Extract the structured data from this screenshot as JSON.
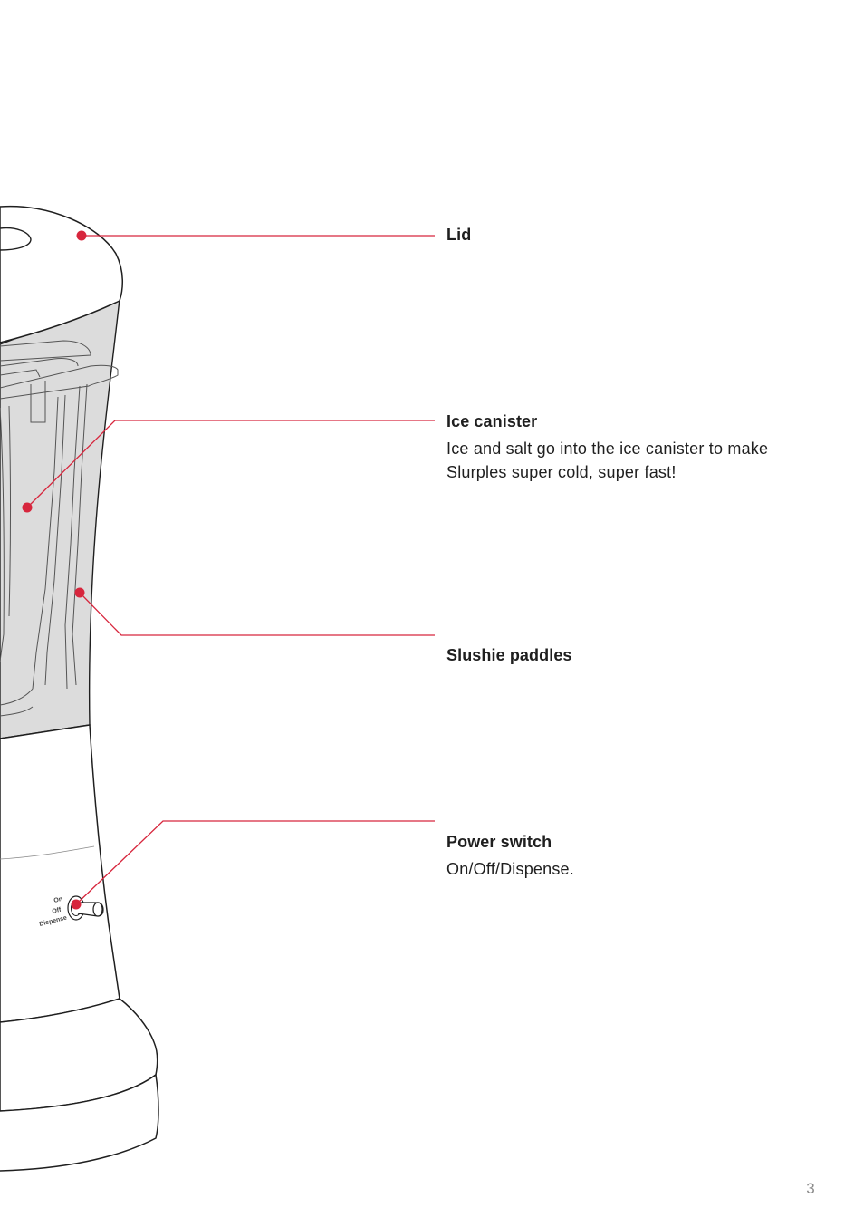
{
  "callouts": {
    "lid": {
      "title": "Lid"
    },
    "ice_canister": {
      "title": "Ice canister",
      "description_line1": "Ice and salt go into the ice canister to make",
      "description_line2": "Slurples super cold, super fast!"
    },
    "slushie_paddles": {
      "title": "Slushie paddles"
    },
    "power_switch": {
      "title": "Power switch",
      "description": "On/Off/Dispense."
    }
  },
  "switch_labels": {
    "on": "On",
    "off": "Off",
    "dispense": "Dispense"
  },
  "page_number": "3",
  "colors": {
    "accent": "#d7263d",
    "line_art": "#1f1f1f",
    "jar_fill": "#dcdcdc"
  }
}
